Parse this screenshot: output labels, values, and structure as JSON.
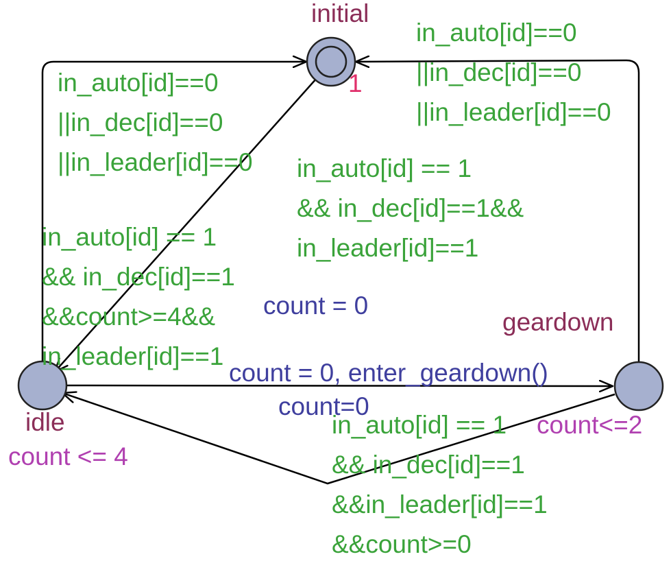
{
  "colors": {
    "background": "#ffffff",
    "edge": "#000000",
    "state_fill": "#a6b0cf",
    "state_stroke": "#222222",
    "state_name": "#8b2e58",
    "invariant": "#b040b0",
    "guard": "#3aa33a",
    "update": "#3f3f9e",
    "priority": "#e0306b"
  },
  "states": {
    "initial": {
      "name": "initial",
      "priority": "1"
    },
    "idle": {
      "name": "idle",
      "invariant": "count <= 4"
    },
    "geardown": {
      "name": "geardown",
      "invariant": "count<=2"
    }
  },
  "edges": {
    "idle_to_initial": {
      "guard": [
        "in_auto[id]==0",
        "||in_dec[id]==0",
        "||in_leader[id]==0"
      ]
    },
    "geardown_to_initial": {
      "guard": [
        "in_auto[id]==0",
        "||in_dec[id]==0",
        "||in_leader[id]==0"
      ]
    },
    "initial_to_idle": {
      "guard": [
        "in_auto[id] == 1",
        "&& in_dec[id]==1&&",
        "in_leader[id]==1"
      ],
      "update": "count = 0"
    },
    "idle_to_geardown": {
      "guard": [
        "in_auto[id] == 1",
        "&& in_dec[id]==1",
        "&&count>=4&&",
        "in_leader[id]==1"
      ],
      "update": "count = 0, enter_geardown()"
    },
    "geardown_to_idle": {
      "guard": [
        "in_auto[id] == 1",
        "&& in_dec[id]==1",
        "&&in_leader[id]==1",
        "&&count>=0"
      ],
      "update": "count=0"
    }
  }
}
